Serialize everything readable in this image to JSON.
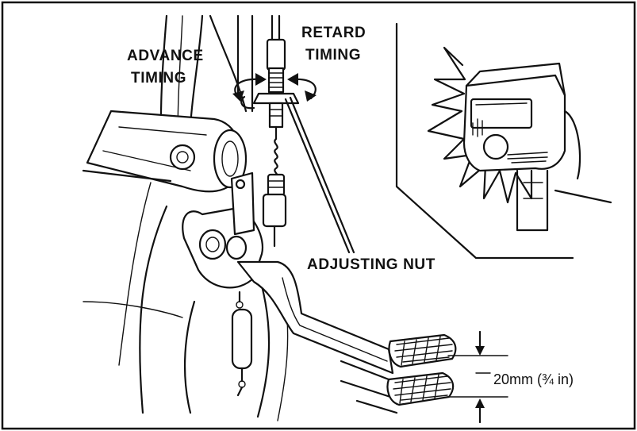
{
  "labels": {
    "advance_line1": "ADVANCE",
    "advance_line2": "TIMING",
    "retard_line1": "RETARD",
    "retard_line2": "TIMING",
    "adjusting_nut": "ADJUSTING NUT",
    "pedal_travel": "20mm (¾ in)"
  },
  "icons": {
    "advance_arrow": "curved-arrow-icon",
    "retard_arrow": "curved-arrow-icon",
    "brake_light": "brake-light-icon"
  },
  "colors": {
    "ink": "#111111",
    "paper": "#ffffff"
  }
}
